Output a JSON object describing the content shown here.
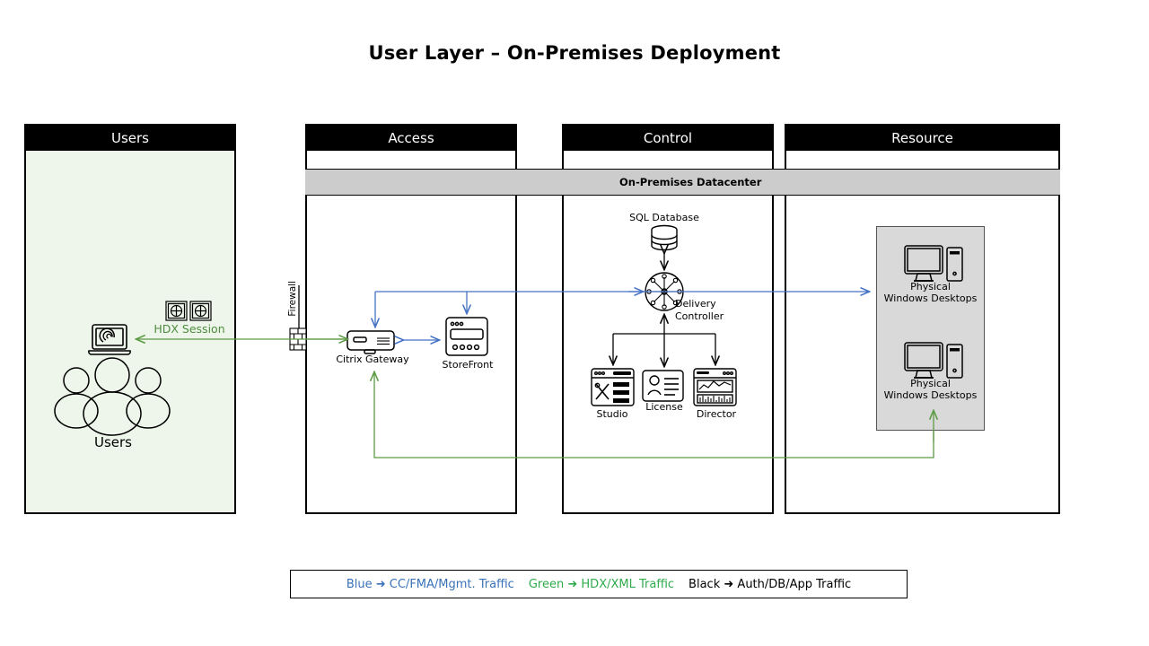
{
  "title": "User Layer – On-Premises Deployment",
  "banner": {
    "label": "On-Premises Datacenter"
  },
  "columns": [
    {
      "id": "users",
      "title": "Users"
    },
    {
      "id": "access",
      "title": "Access"
    },
    {
      "id": "control",
      "title": "Control"
    },
    {
      "id": "resource",
      "title": "Resource"
    }
  ],
  "nodes": {
    "hdx_session": "HDX Session",
    "users": "Users",
    "firewall": "Firewall",
    "citrix_gateway": "Citrix Gateway",
    "storefront": "StoreFront",
    "sql_database": "SQL Database",
    "delivery_controller_line1": "Delivery",
    "delivery_controller_line2": "Controller",
    "studio": "Studio",
    "license": "License",
    "director": "Director",
    "physical_desktops_1_line1": "Physical",
    "physical_desktops_1_line2": "Windows Desktops",
    "physical_desktops_2_line1": "Physical",
    "physical_desktops_2_line2": "Windows Desktops"
  },
  "legend": {
    "items": [
      {
        "color_word": "Blue",
        "arrow": "➜",
        "text": "CC/FMA/Mgmt. Traffic",
        "hex": "#3a72b8"
      },
      {
        "color_word": "Green",
        "arrow": "➜",
        "text": "HDX/XML Traffic",
        "hex": "#2faa4c"
      },
      {
        "color_word": "Black",
        "arrow": "➜",
        "text": "Auth/DB/App  Traffic",
        "hex": "#000000"
      }
    ]
  },
  "colors": {
    "blue_flow": "#4472c4",
    "green_flow": "#5c9a44",
    "black_flow": "#000000",
    "header_bg": "#000000",
    "banner_bg": "#cccccc",
    "users_panel_bg": "#eef5ea",
    "resource_box_bg": "#d9d9d9"
  }
}
